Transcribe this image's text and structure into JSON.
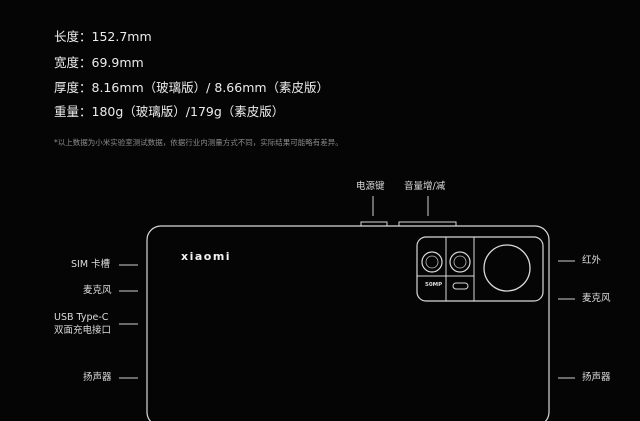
{
  "specs": {
    "length": "长度：152.7mm",
    "width": "宽度：69.9mm",
    "thickness": "厚度：8.16mm（玻璃版）/ 8.66mm（素皮版）",
    "weight": "重量：180g（玻璃版）/179g（素皮版）"
  },
  "footnote": "*以上数据为小米实验室测试数据，依据行业内测量方式不同，实际结果可能略有差异。",
  "phone": {
    "brand": "xiaomi",
    "camera_badge": "50MP"
  },
  "labels": {
    "power_key": "电源键",
    "volume_key": "音量增/减",
    "sim_tray": "SIM 卡槽",
    "mic_left": "麦克风",
    "usb_line1": "USB Type-C",
    "usb_line2": "双面充电接口",
    "speaker_left": "扬声器",
    "infrared": "红外",
    "mic_right": "麦克风",
    "speaker_right": "扬声器"
  },
  "colors": {
    "background": "#050505",
    "outline": "#d9d9d9",
    "text": "#ececec"
  }
}
